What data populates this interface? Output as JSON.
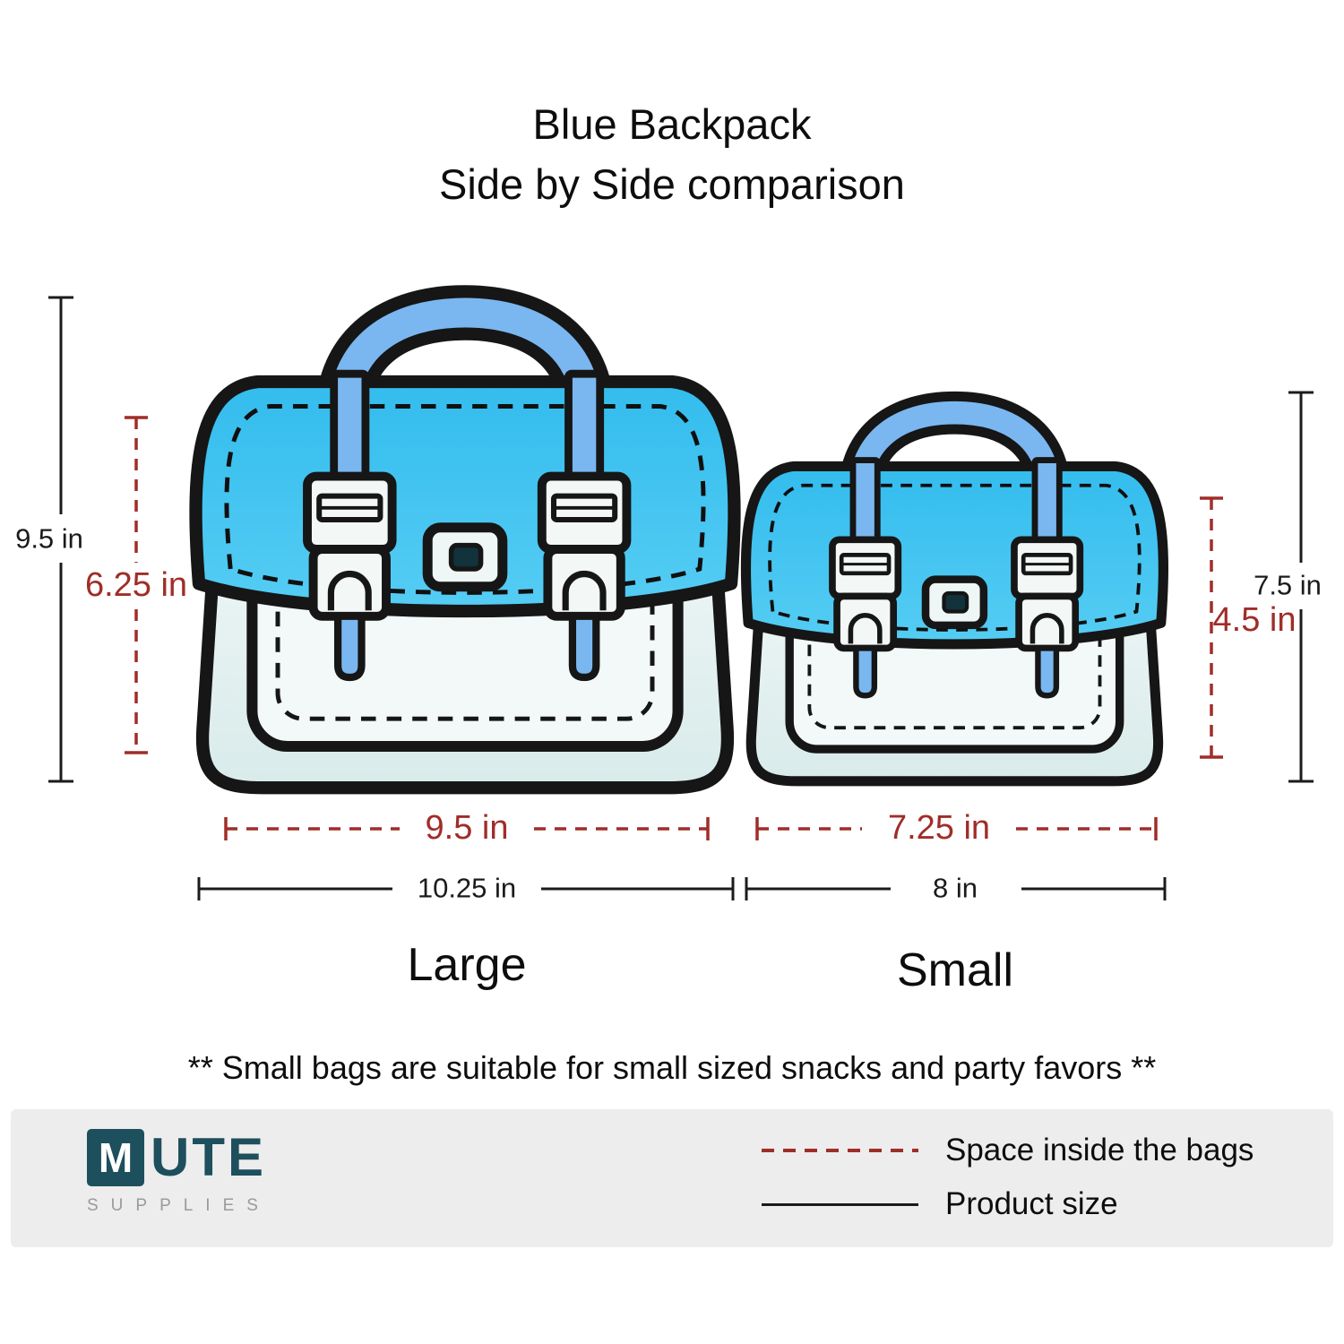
{
  "title": {
    "line1": "Blue Backpack",
    "line2": "Side by Side comparison"
  },
  "bags": {
    "large": {
      "label": "Large",
      "product_height": "9.5 in",
      "inner_height": "6.25 in",
      "inner_width": "9.5 in",
      "product_width": "10.25 in"
    },
    "small": {
      "label": "Small",
      "product_height": "7.5 in",
      "inner_height": "4.5 in",
      "inner_width": "7.25 in",
      "product_width": "8 in"
    }
  },
  "footnote": "** Small bags are suitable for small sized snacks and party favors **",
  "footer": {
    "brand": {
      "initial": "M",
      "rest": "UTE",
      "subtitle": "SUPPLIES"
    },
    "legend": [
      {
        "style": "dashed-red",
        "label": "Space inside the bags"
      },
      {
        "style": "solid-black",
        "label": "Product size"
      }
    ]
  },
  "colors": {
    "flap_blue": "#3ec3ee",
    "handle_blue": "#7ab7f0",
    "body_light": "#edf6f5",
    "outline_black": "#161616",
    "measure_red": "#a02d28",
    "measure_black": "#1b1b1b",
    "brand_teal": "#1d4f5c",
    "footer_bg": "#ededed"
  }
}
